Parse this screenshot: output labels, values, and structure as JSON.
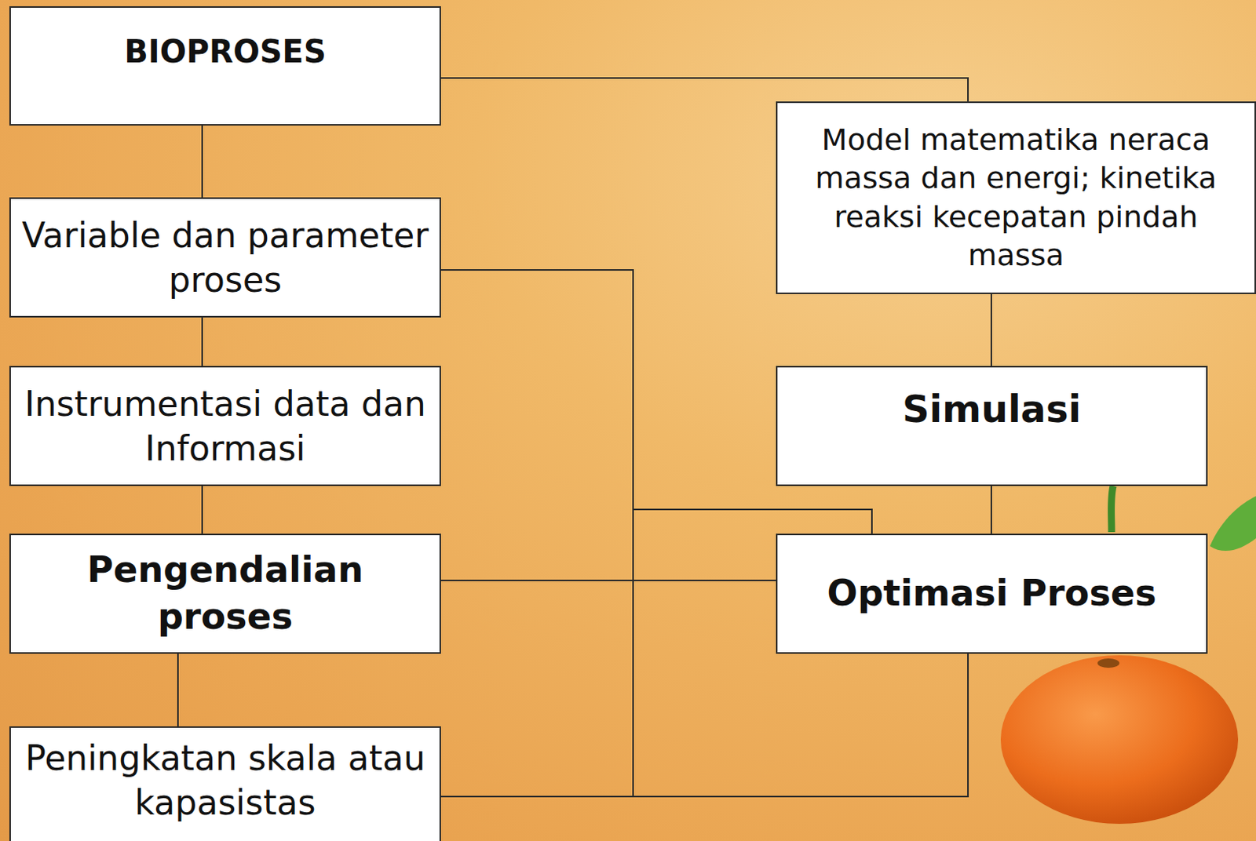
{
  "diagram": {
    "nodes": [
      {
        "text": [
          "BIOPROSES"
        ]
      },
      {
        "text": [
          "Variable dan parameter proses"
        ]
      },
      {
        "text": [
          "Instrumentasi data dan Informasi"
        ]
      },
      {
        "text": [
          "Pengendalian proses"
        ]
      },
      {
        "text": [
          "Peningkatan skala atau kapasistas"
        ]
      },
      {
        "text": [
          "Model matematika neraca massa dan energi; kinetika reaksi kecepatan pindah massa"
        ]
      },
      {
        "text": [
          "Simulasi"
        ]
      },
      {
        "text": [
          "Optimasi Proses"
        ]
      }
    ],
    "edges": [
      {
        "from": 0,
        "to": 1,
        "arrow": "none"
      },
      {
        "from": 1,
        "to": 2,
        "arrow": "none"
      },
      {
        "from": 2,
        "to": 3,
        "arrow": "none"
      },
      {
        "from": 3,
        "to": 4,
        "arrow": "none"
      },
      {
        "from": 0,
        "to": 5,
        "arrow": "none"
      },
      {
        "from": 5,
        "to": 6,
        "arrow": "none"
      },
      {
        "from": 6,
        "to": 7,
        "arrow": "none"
      },
      {
        "from": 1,
        "to": 7,
        "arrow": "none"
      },
      {
        "from": 3,
        "to": 7,
        "arrow": "none"
      },
      {
        "from": 4,
        "to": 7,
        "arrow": "none"
      },
      {
        "from": 1,
        "to": 4,
        "arrow": "none"
      }
    ]
  }
}
